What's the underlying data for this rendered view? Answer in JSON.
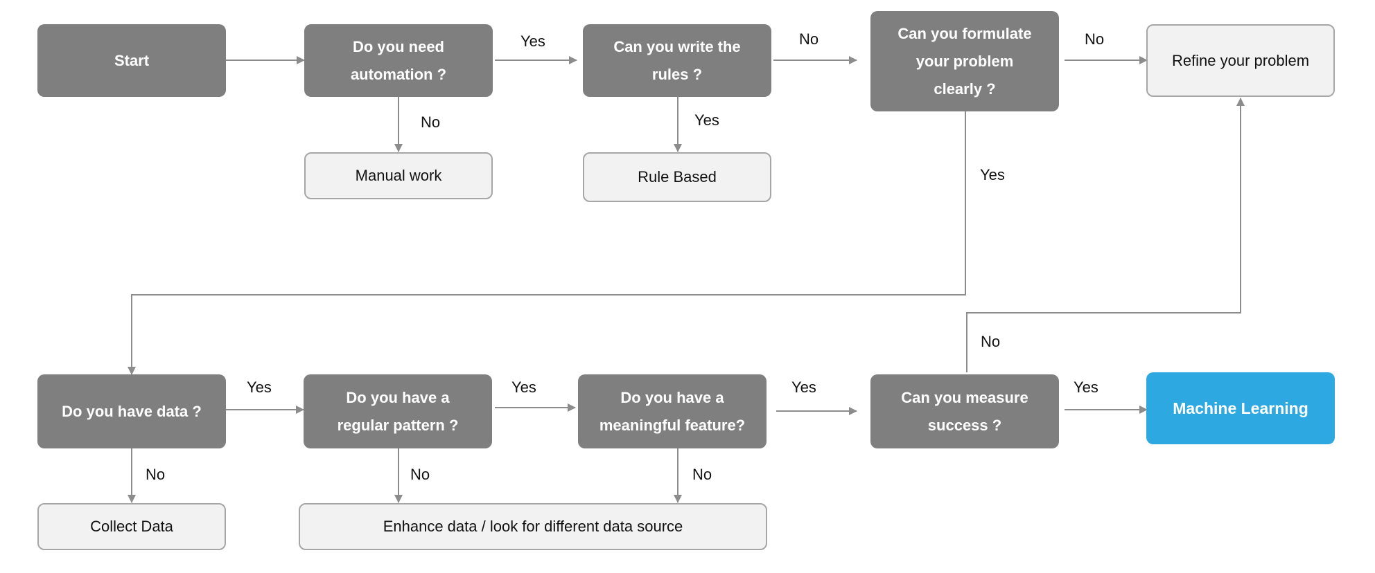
{
  "nodes": {
    "start": "Start",
    "need_automation": "Do you need\nautomation ?",
    "write_rules": "Can you write the\nrules ?",
    "formulate_problem": "Can you formulate\nyour problem\nclearly ?",
    "refine_problem": "Refine your problem",
    "manual_work": "Manual work",
    "rule_based": "Rule Based",
    "have_data": "Do you have data  ?",
    "regular_pattern": "Do you have a\nregular pattern ?",
    "meaningful_feature": "Do you have a\nmeaningful feature?",
    "measure_success": "Can you measure\nsuccess ?",
    "machine_learning": "Machine Learning",
    "collect_data": "Collect Data",
    "enhance_data": "Enhance data / look for different data source"
  },
  "edges": {
    "automation_yes": "Yes",
    "automation_no": "No",
    "rules_no": "No",
    "rules_yes": "Yes",
    "formulate_no": "No",
    "formulate_yes": "Yes",
    "data_yes": "Yes",
    "data_no": "No",
    "pattern_yes": "Yes",
    "pattern_no": "No",
    "feature_yes": "Yes",
    "feature_no": "No",
    "measure_no": "No",
    "measure_yes": "Yes"
  },
  "colors": {
    "decision": "#7f7f7f",
    "outcome": "#f2f2f2",
    "final": "#2ea8e0",
    "connector": "#8c8c8c"
  }
}
